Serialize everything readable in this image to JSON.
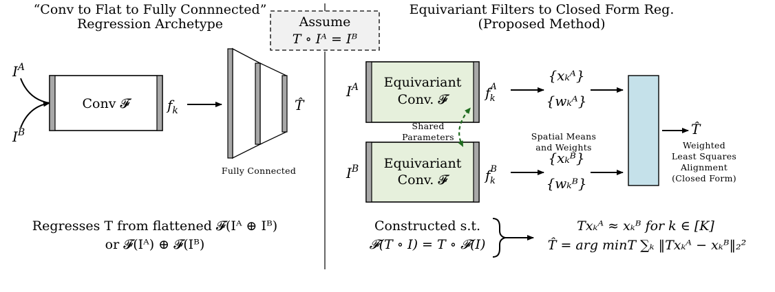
{
  "left": {
    "title_line1": "“Conv to Flat to Fully Connnected”",
    "title_line2": "Regression Archetype",
    "input_a_base": "I",
    "input_a_sup": "A",
    "input_b_base": "I",
    "input_b_sup": "B",
    "conv_label": "Conv 𝓕",
    "feature_base": "f",
    "feature_sub": "k",
    "output_label": "T̂",
    "fc_label": "Fully Connected",
    "caption_line1": "Regresses T from flattened 𝓕(Iᴬ ⊕ Iᴮ)",
    "caption_line2": "or 𝓕(Iᴬ) ⊕ 𝓕(Iᴮ)"
  },
  "assume": {
    "line1": "Assume",
    "line2": "T ∘ Iᴬ = Iᴮ"
  },
  "right": {
    "title_line1": "Equivariant Filters to Closed Form Reg.",
    "title_line2": "(Proposed Method)",
    "input_a_base": "I",
    "input_a_sup": "A",
    "input_b_base": "I",
    "input_b_sup": "B",
    "conv_line1": "Equivariant",
    "conv_line2": "Conv. 𝓕",
    "feature_a_base": "f",
    "feature_a_sub": "k",
    "feature_a_sup": "A",
    "feature_b_base": "f",
    "feature_b_sub": "k",
    "feature_b_sup": "B",
    "xa": "{xₖᴬ}",
    "wa": "{wₖᴬ}",
    "xb": "{xₖᴮ}",
    "wb": "{wₖᴮ}",
    "shared_line1": "Shared",
    "shared_line2": "Parameters",
    "spatial_line1": "Spatial Means",
    "spatial_line2": "and Weights",
    "output_label": "T̂",
    "wls_line1": "Weighted",
    "wls_line2": "Least Squares",
    "wls_line3": "Alignment",
    "wls_line4": "(Closed Form)",
    "constructed_line1": "Constructed s.t.",
    "constructed_line2": "𝓕(T ∘ I) = T ∘ 𝓕(I)",
    "result_line1": "Txₖᴬ ≈ xₖᴮ for k ∈ [K]",
    "result_line2": "T̂ = arg minT ∑ₖ ‖Txₖᴬ − xₖᴮ‖₂²"
  },
  "colors": {
    "equivariant_fill": "#e6f0dc",
    "wls_fill": "#c5e1ea",
    "shared_arrow": "#1f6b1f",
    "bar_fill": "#a8a8a8"
  }
}
